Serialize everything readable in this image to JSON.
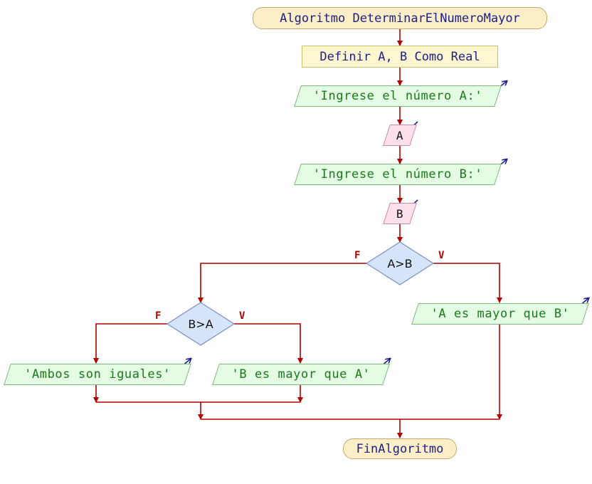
{
  "flow": {
    "start": "Algoritmo DeterminarElNumeroMayor",
    "define": "Definir A, B Como Real",
    "prompt_a": "'Ingrese el número A:'",
    "read_a": "A",
    "prompt_b": "'Ingrese el número B:'",
    "read_b": "B",
    "cond1": "A>B",
    "cond1_false": "F",
    "cond1_true": "V",
    "out_a_mayor": "'A es mayor que B'",
    "cond2": "B>A",
    "cond2_false": "F",
    "cond2_true": "V",
    "out_iguales": "'Ambos son iguales'",
    "out_b_mayor": "'B es mayor que A'",
    "end": "FinAlgoritmo"
  },
  "colors": {
    "edge": "#b00000",
    "terminal": "#fcefc8",
    "process": "#fdf6cf",
    "output": "#e4fbe4",
    "input": "#fde0ec",
    "decision": "#d6e4fa",
    "io_arrow": "#1c1e8a"
  },
  "icons": {
    "output_marker": "output-arrow-icon",
    "input_marker": "input-arrow-icon"
  }
}
